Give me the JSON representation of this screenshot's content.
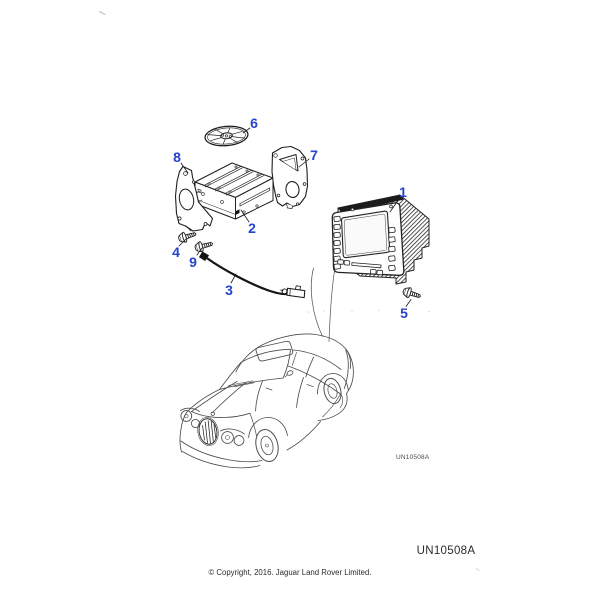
{
  "figure": {
    "colors": {
      "callout-blue": "#2543cd",
      "ink": "#1f1f1f",
      "car-ink": "#4d4d4d"
    },
    "callouts": [
      {
        "label": "1"
      },
      {
        "label": "2"
      },
      {
        "label": "3"
      },
      {
        "label": "4"
      },
      {
        "label": "5"
      },
      {
        "label": "6"
      },
      {
        "label": "7"
      },
      {
        "label": "8"
      },
      {
        "label": "9"
      }
    ],
    "illustration_code_small": "UN10508A",
    "illustration_code_large": "UN10508A",
    "copyright_notice": "© Copyright, 2016. Jaguar Land Rover Limited."
  }
}
